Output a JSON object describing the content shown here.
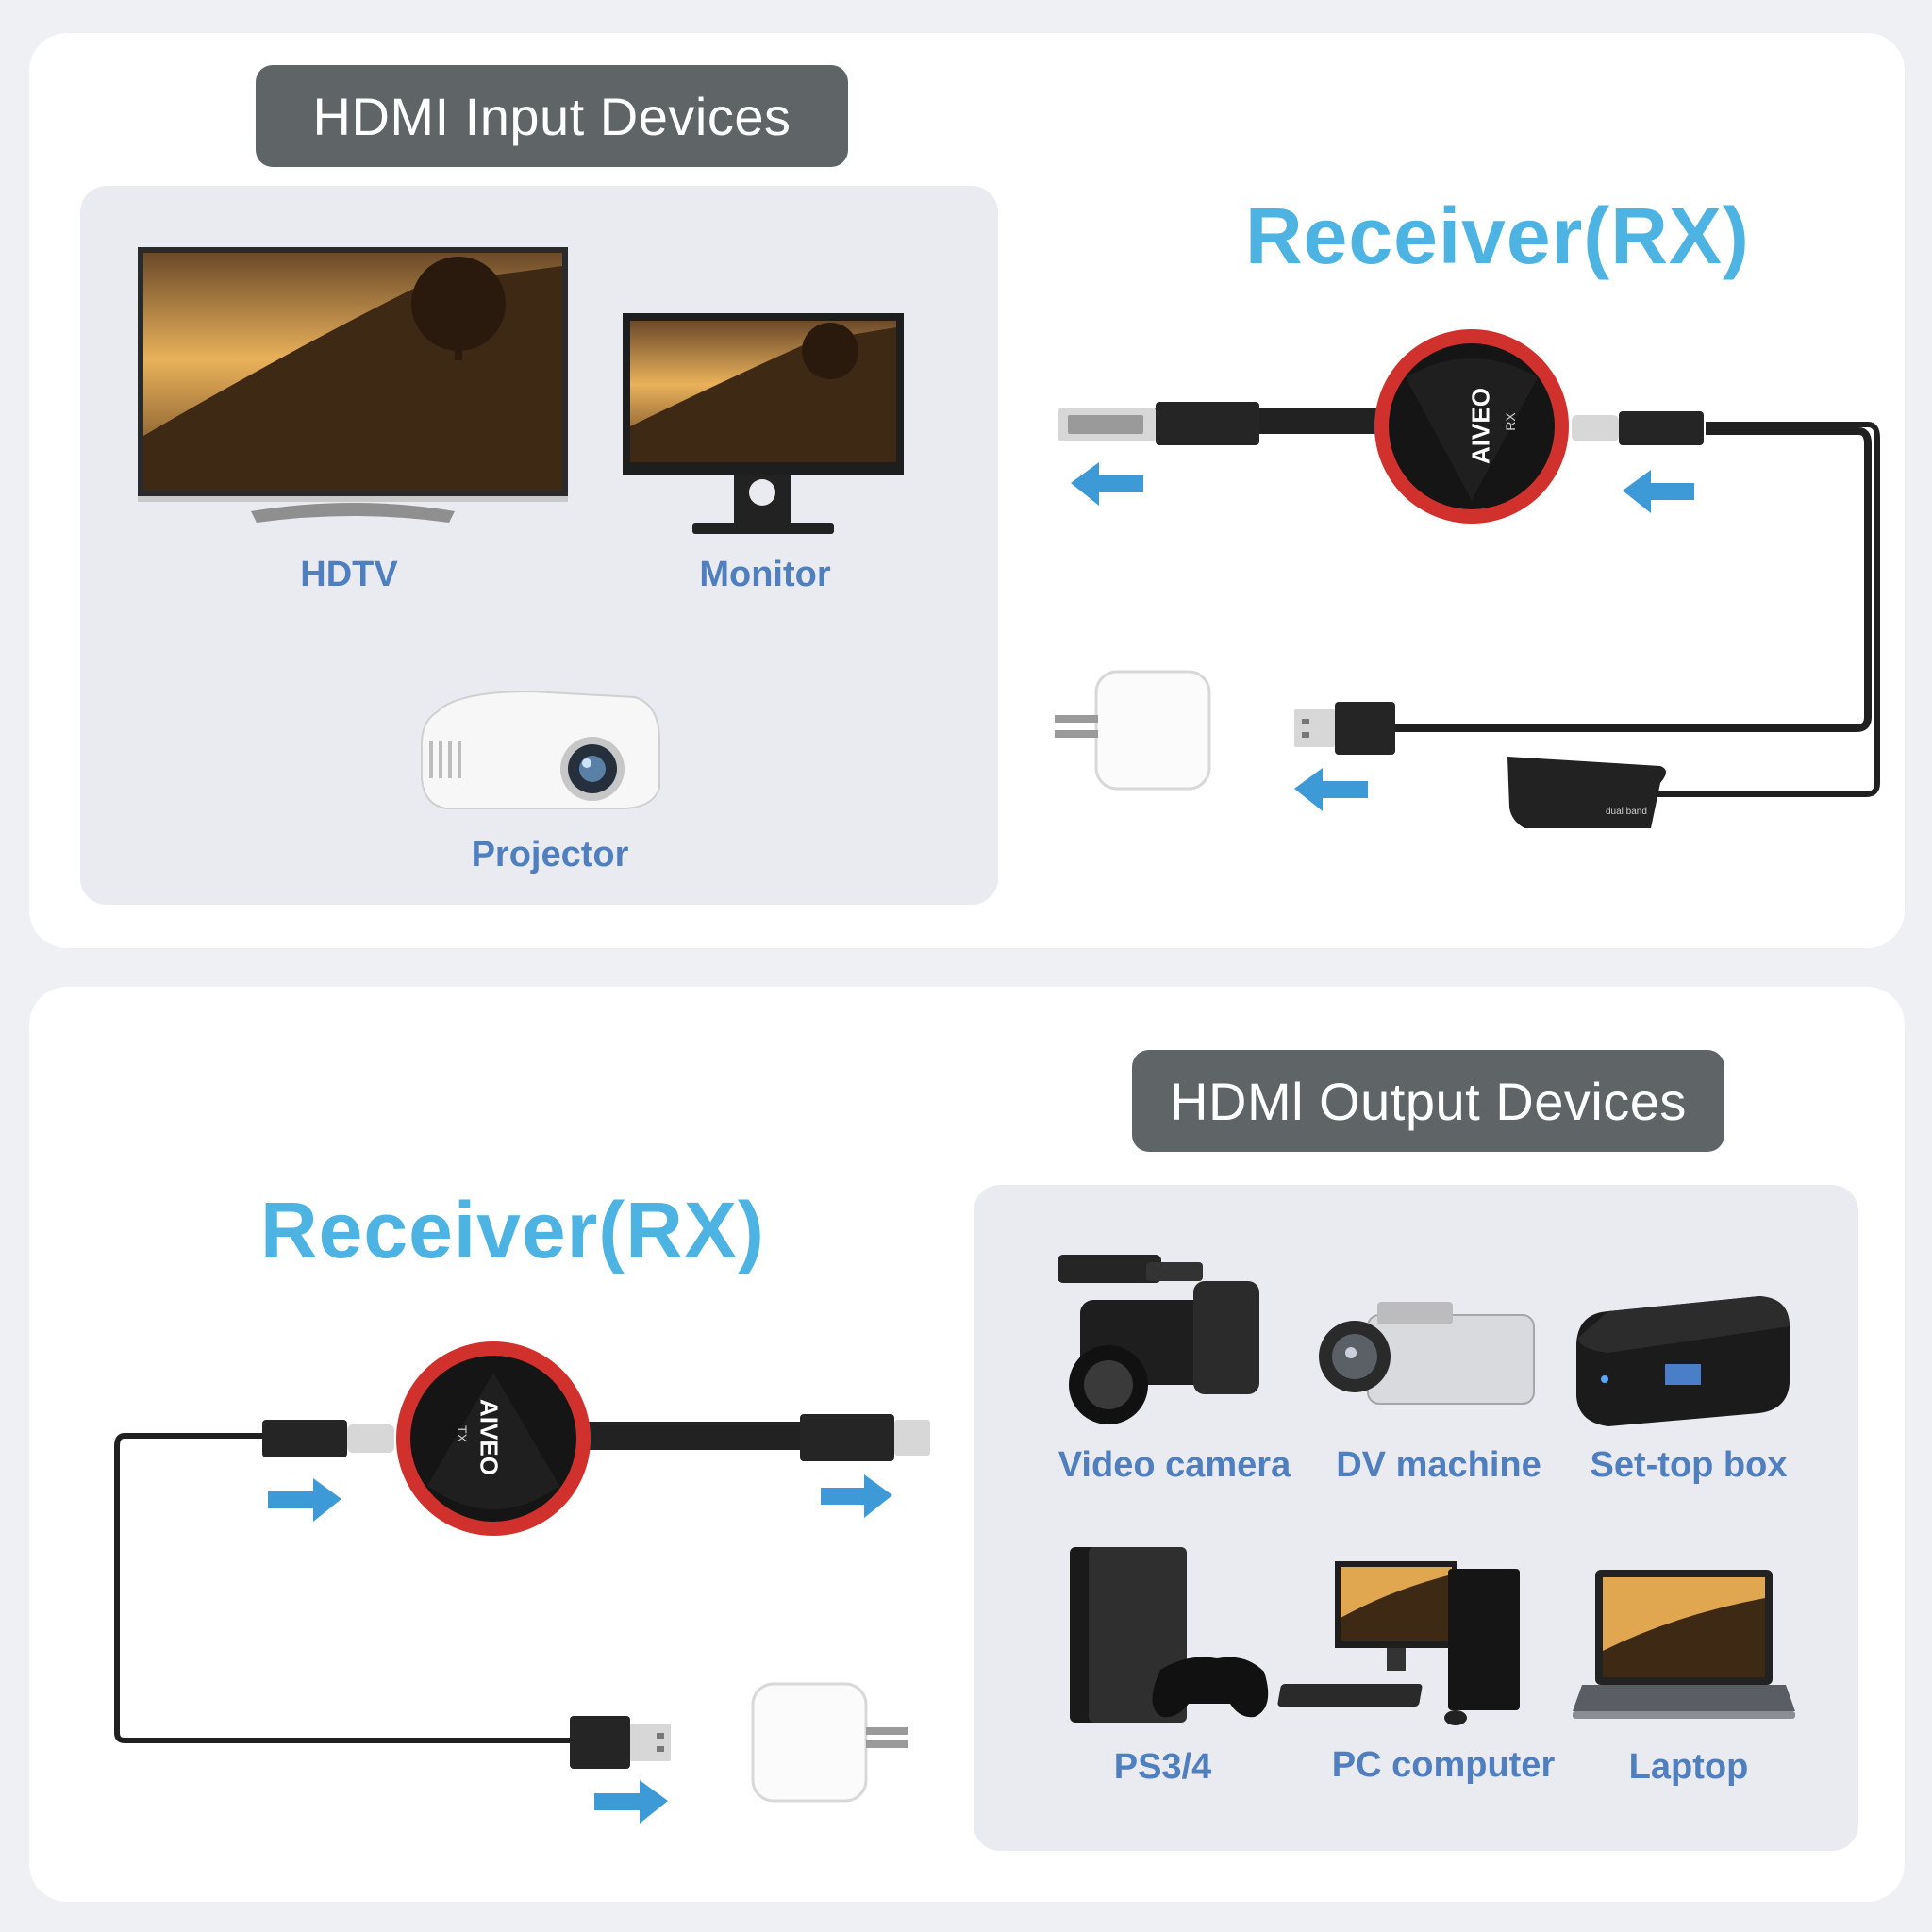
{
  "top_section": {
    "badge": "HDMI Input Devices",
    "receiver_title": "Receiver(RX)",
    "devices": [
      {
        "label": "HDTV",
        "icon": "hdtv-icon"
      },
      {
        "label": "Monitor",
        "icon": "monitor-icon"
      },
      {
        "label": "Projector",
        "icon": "projector-icon"
      }
    ],
    "dongle_logo": "AIVEO",
    "dongle_tag": "RX",
    "antenna_text": "dual band"
  },
  "bottom_section": {
    "badge": "HDMl Output Devices",
    "receiver_title": "Receiver(RX)",
    "devices": [
      {
        "label": "Video camera",
        "icon": "video-camera-icon"
      },
      {
        "label": "DV machine",
        "icon": "dv-machine-icon"
      },
      {
        "label": "Set-top box",
        "icon": "set-top-box-icon"
      },
      {
        "label": "PS3/4",
        "icon": "game-console-icon"
      },
      {
        "label": "PC computer",
        "icon": "pc-computer-icon"
      },
      {
        "label": "Laptop",
        "icon": "laptop-icon"
      }
    ],
    "dongle_logo": "AIVEO",
    "dongle_tag": "TX"
  },
  "colors": {
    "accent_blue": "#4cb3e3",
    "label_blue": "#4f7fbf",
    "badge_gray": "#5f6467",
    "dongle_red": "#d0312d"
  }
}
